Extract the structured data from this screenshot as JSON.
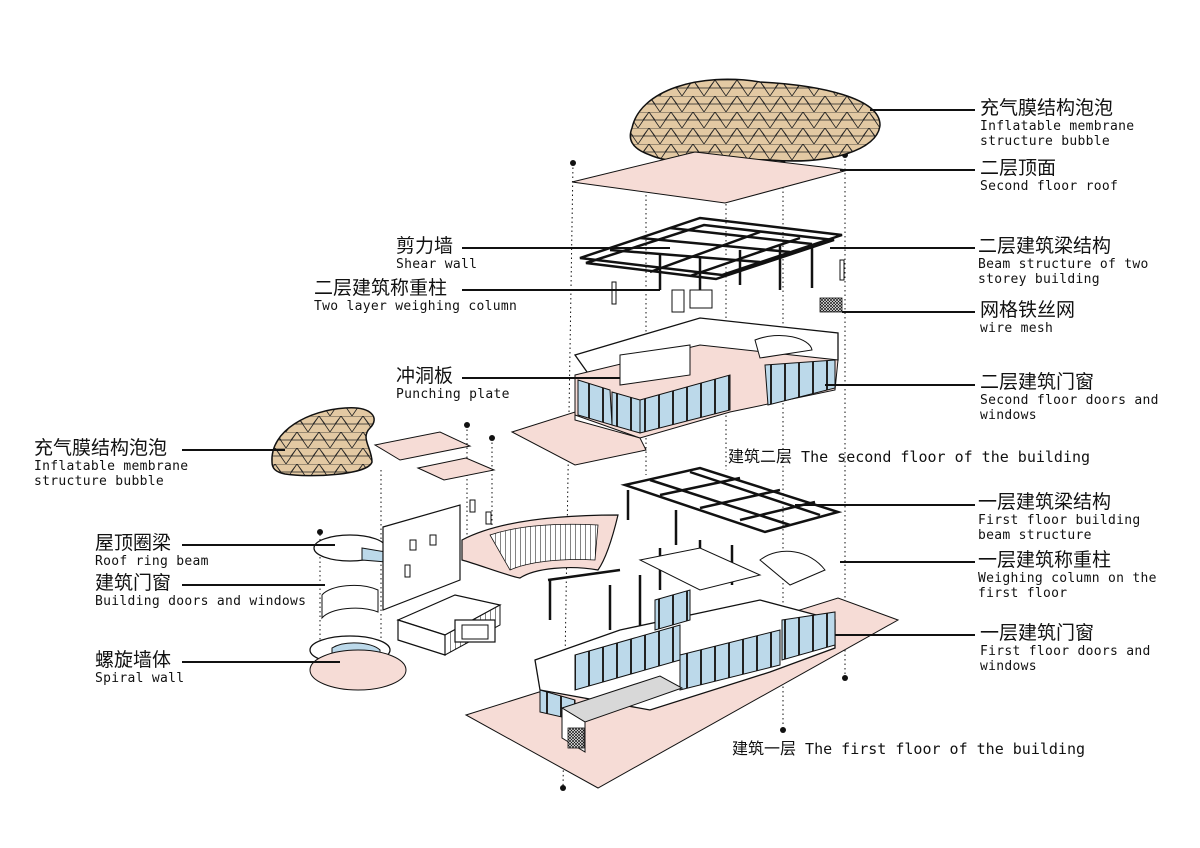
{
  "colors": {
    "floor": "#f6dcd6",
    "glass": "#bcd9ea",
    "bubble": "#e3c9a3",
    "line": "#111111"
  },
  "labels": {
    "right": [
      {
        "zh": "充气膜结构泡泡",
        "en": [
          "Inflatable membrane",
          "structure bubble"
        ]
      },
      {
        "zh": "二层顶面",
        "en": [
          "Second floor roof"
        ]
      },
      {
        "zh": "二层建筑梁结构",
        "en": [
          "Beam structure of two",
          "storey building"
        ]
      },
      {
        "zh": "网格铁丝网",
        "en": [
          "wire mesh"
        ]
      },
      {
        "zh": "二层建筑门窗",
        "en": [
          "Second floor doors and",
          "windows"
        ]
      },
      {
        "zh": "一层建筑梁结构",
        "en": [
          "First floor building",
          "beam structure"
        ]
      },
      {
        "zh": "一层建筑称重柱",
        "en": [
          "Weighing column on the",
          "first floor"
        ]
      },
      {
        "zh": "一层建筑门窗",
        "en": [
          "First floor doors and",
          "windows"
        ]
      }
    ],
    "mid": [
      {
        "zh": "剪力墙",
        "en": [
          "Shear wall"
        ]
      },
      {
        "zh": "二层建筑称重柱",
        "en": [
          "Two layer weighing column"
        ]
      },
      {
        "zh": "冲洞板",
        "en": [
          "Punching plate"
        ]
      }
    ],
    "left": [
      {
        "zh": "充气膜结构泡泡",
        "en": [
          "Inflatable membrane",
          "structure bubble"
        ]
      },
      {
        "zh": "屋顶圈梁",
        "en": [
          "Roof ring beam"
        ]
      },
      {
        "zh": "建筑门窗",
        "en": [
          "Building doors and windows"
        ]
      },
      {
        "zh": "螺旋墙体",
        "en": [
          "Spiral wall"
        ]
      }
    ]
  },
  "captions": {
    "second_floor": {
      "zh": "建筑二层",
      "en": "The second floor of the building"
    },
    "first_floor": {
      "zh": "建筑一层",
      "en": "The first floor of the building"
    }
  }
}
